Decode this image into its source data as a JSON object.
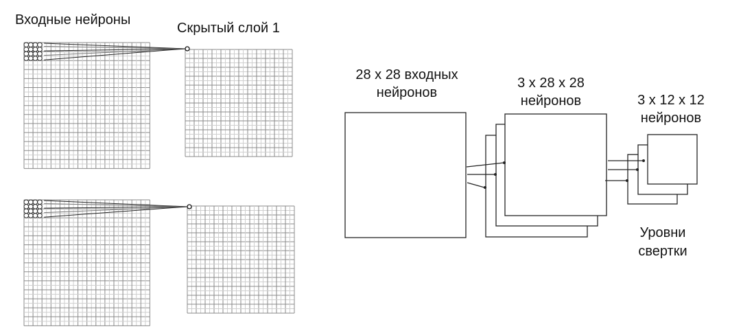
{
  "left_panel": {
    "input_label": "Входные нейроны",
    "hidden_label": "Скрытый слой 1"
  },
  "right_panel": {
    "input_label_line1": "28 x 28 входных",
    "input_label_line2": "нейронов",
    "conv_label_line1": "3 x 28 x 28",
    "conv_label_line2": "нейронов",
    "pool_label_line1": "3 x 12 x 12",
    "pool_label_line2": "нейронов",
    "layers_label_line1": "Уровни",
    "layers_label_line2": "свертки"
  },
  "grids": {
    "input_cells": 28,
    "hidden_cells": 24,
    "receptive_field": 4
  },
  "colors": {
    "line": "#222222",
    "grid_dark": "#8a8a8a",
    "grid_light": "#cfcfcf"
  }
}
